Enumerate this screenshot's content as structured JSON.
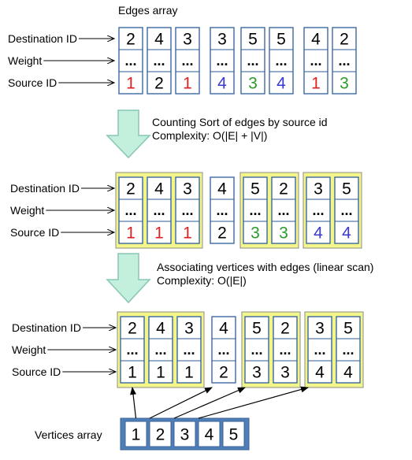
{
  "edges_title": "Edges array",
  "row_labels": [
    "Destination ID",
    "Weight",
    "Source ID"
  ],
  "weight_placeholder": "...",
  "step1": {
    "line1": "Counting Sort of edges by source id",
    "line2": "Complexity: O(|E| + |V|)"
  },
  "step2": {
    "line1": "Associating vertices with edges (linear scan)",
    "line2": "Complexity: O(|E|)"
  },
  "vertices_label": "Vertices array",
  "colors": {
    "cell_border": "#2e5d9a",
    "group_fill": "#f3f58a",
    "group_border": "#8c8c8c",
    "arrow_fill": "#c2f0dc",
    "arrow_stroke": "#88c6b4",
    "vertex_fill": "#4f7fb8",
    "src_1": "#e02020",
    "src_2": "#000000",
    "src_3": "#2a9a2a",
    "src_4": "#3a3ad0"
  },
  "arrays": [
    {
      "dest": [
        "2",
        "4",
        "3",
        "3",
        "5",
        "5",
        "4",
        "2"
      ],
      "src": [
        "1",
        "2",
        "1",
        "4",
        "3",
        "4",
        "1",
        "3"
      ],
      "colored": true
    },
    {
      "dest": [
        "2",
        "4",
        "3",
        "4",
        "5",
        "2",
        "3",
        "5"
      ],
      "src": [
        "1",
        "1",
        "1",
        "2",
        "3",
        "3",
        "4",
        "4"
      ],
      "colored": true
    },
    {
      "dest": [
        "2",
        "4",
        "3",
        "4",
        "5",
        "2",
        "3",
        "5"
      ],
      "src": [
        "1",
        "1",
        "1",
        "2",
        "3",
        "3",
        "4",
        "4"
      ],
      "colored": false
    }
  ],
  "vertices": [
    "1",
    "2",
    "3",
    "4",
    "5"
  ]
}
